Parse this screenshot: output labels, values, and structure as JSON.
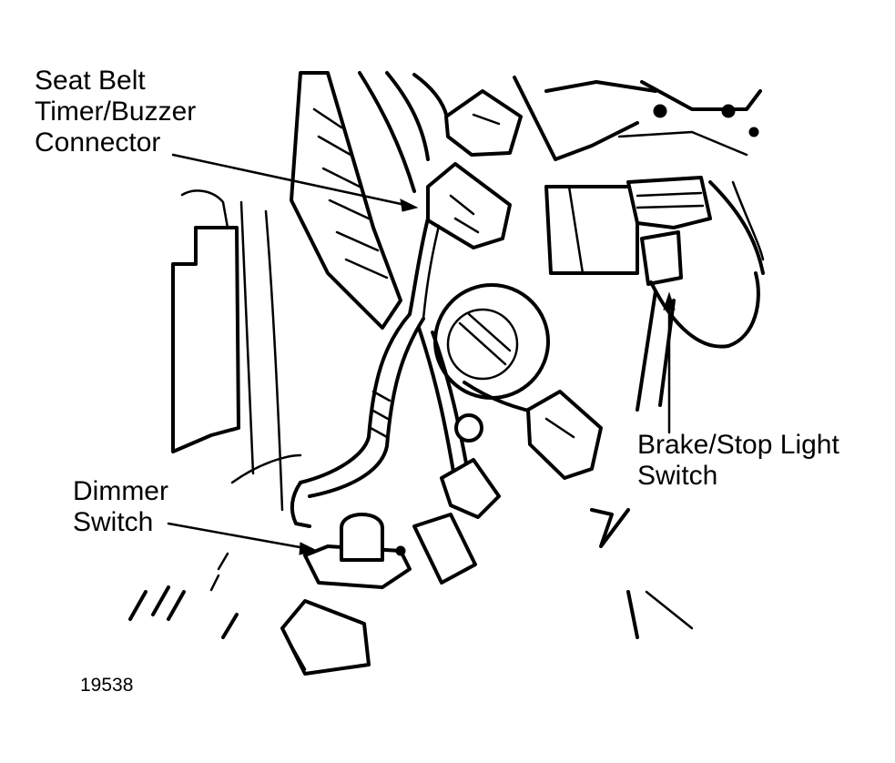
{
  "labels": {
    "seat_belt": [
      "Seat Belt",
      "Timer/Buzzer",
      "Connector"
    ],
    "brake_switch": [
      "Brake/Stop Light",
      "Switch"
    ],
    "dimmer_switch": [
      "Dimmer",
      "Switch"
    ]
  },
  "figure_number": "19538",
  "colors": {
    "ink": "#000000",
    "paper": "#ffffff"
  }
}
